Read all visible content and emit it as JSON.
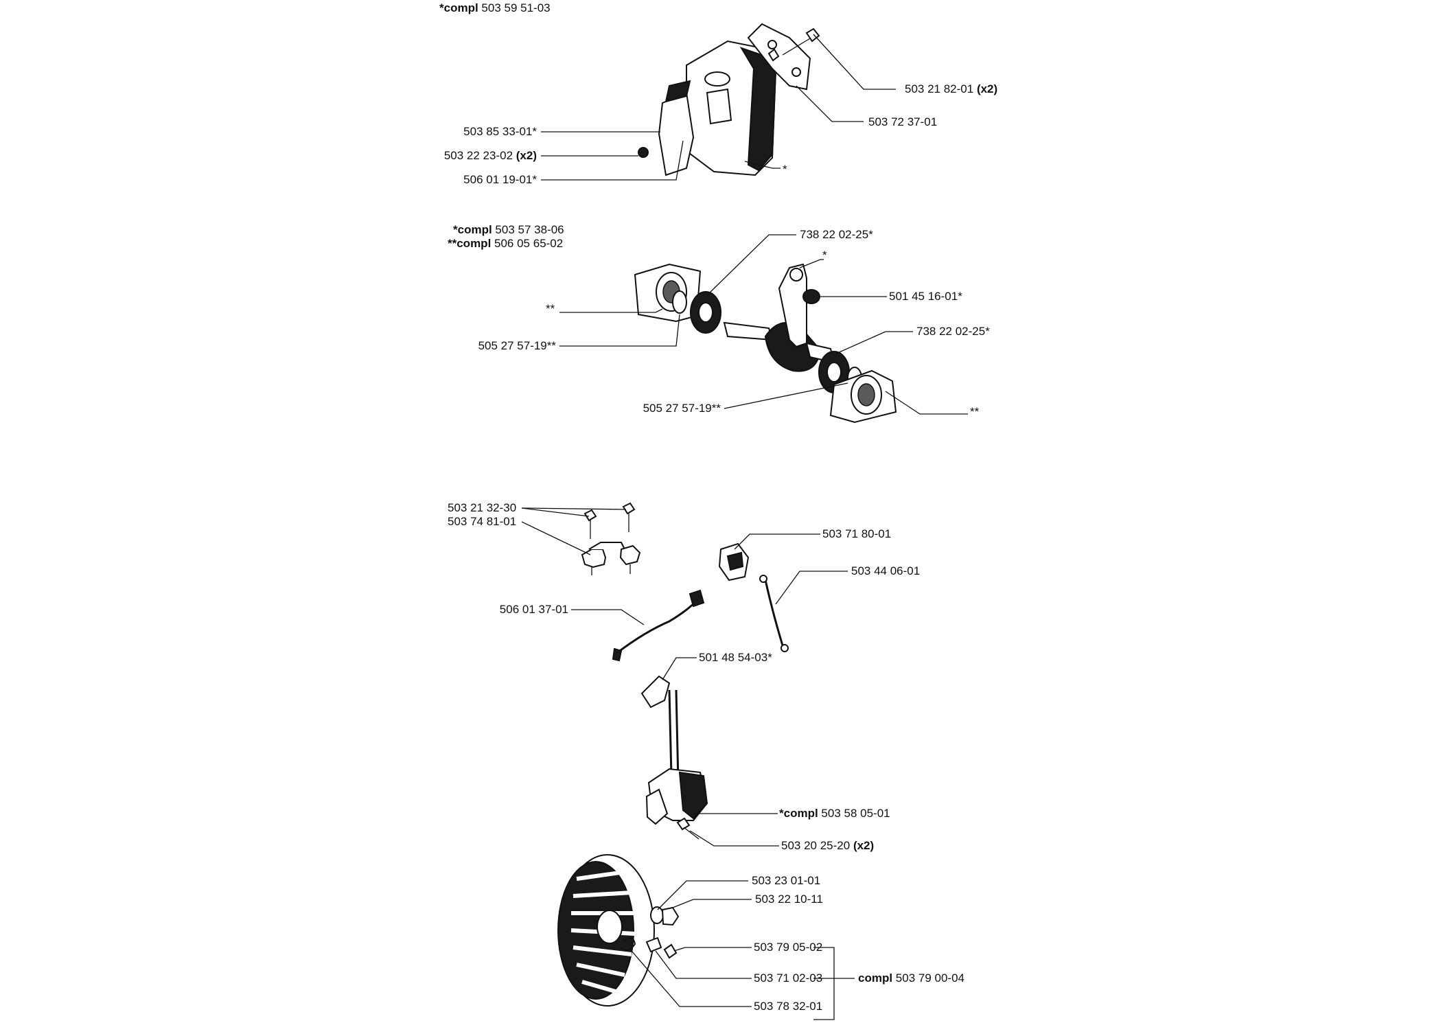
{
  "groups": {
    "muffler": {
      "header": [
        {
          "bold": "*compl",
          "text": " 503 59 51-03"
        }
      ],
      "labels": [
        {
          "id": "m1",
          "num": "503 21 82-01",
          "suffix": "(x2)"
        },
        {
          "id": "m2",
          "num": "503 72 37-01",
          "suffix": ""
        },
        {
          "id": "m3",
          "num": "503 85 33-01*",
          "suffix": ""
        },
        {
          "id": "m4",
          "num": "503 22 23-02",
          "suffix": "(x2)"
        },
        {
          "id": "m5",
          "num": "506 01 19-01*",
          "suffix": ""
        },
        {
          "id": "m6",
          "num": "*",
          "suffix": ""
        }
      ]
    },
    "crankshaft": {
      "header": [
        {
          "bold": "*compl",
          "text": " 503 57 38-06"
        },
        {
          "bold": "**compl",
          "text": " 506 05 65-02"
        }
      ],
      "labels": [
        {
          "id": "c1",
          "num": "738 22 02-25*",
          "suffix": ""
        },
        {
          "id": "c2",
          "num": "*",
          "suffix": ""
        },
        {
          "id": "c3",
          "num": "501 45 16-01*",
          "suffix": ""
        },
        {
          "id": "c4",
          "num": "**",
          "suffix": ""
        },
        {
          "id": "c5",
          "num": "738 22 02-25*",
          "suffix": ""
        },
        {
          "id": "c6",
          "num": "505 27 57-19**",
          "suffix": ""
        },
        {
          "id": "c7",
          "num": "505 27 57-19**",
          "suffix": ""
        },
        {
          "id": "c8",
          "num": "**",
          "suffix": ""
        }
      ]
    },
    "ignition": {
      "labels": [
        {
          "id": "i1",
          "num": "503 21 32-30",
          "suffix": ""
        },
        {
          "id": "i2",
          "num": "503 74 81-01",
          "suffix": ""
        },
        {
          "id": "i3",
          "num": "503 71 80-01",
          "suffix": ""
        },
        {
          "id": "i4",
          "num": "503 44 06-01",
          "suffix": ""
        },
        {
          "id": "i5",
          "num": "506 01 37-01",
          "suffix": ""
        },
        {
          "id": "i6",
          "num": "501 48 54-03*",
          "suffix": ""
        },
        {
          "id": "i7",
          "num": "503 58 05-01",
          "prefix": "*compl",
          "suffix": ""
        },
        {
          "id": "i8",
          "num": "503 20 25-20",
          "suffix": "(x2)"
        }
      ]
    },
    "flywheel": {
      "labels": [
        {
          "id": "f1",
          "num": "503 23 01-01",
          "suffix": ""
        },
        {
          "id": "f2",
          "num": "503 22 10-11",
          "suffix": ""
        },
        {
          "id": "f3",
          "num": "503 79 05-02",
          "suffix": ""
        },
        {
          "id": "f4",
          "num": "503 71 02-03",
          "suffix": ""
        },
        {
          "id": "f5",
          "num": "503 78 32-01",
          "suffix": ""
        }
      ],
      "compl": {
        "bold": "compl",
        "text": " 503 79 00-04"
      }
    }
  }
}
